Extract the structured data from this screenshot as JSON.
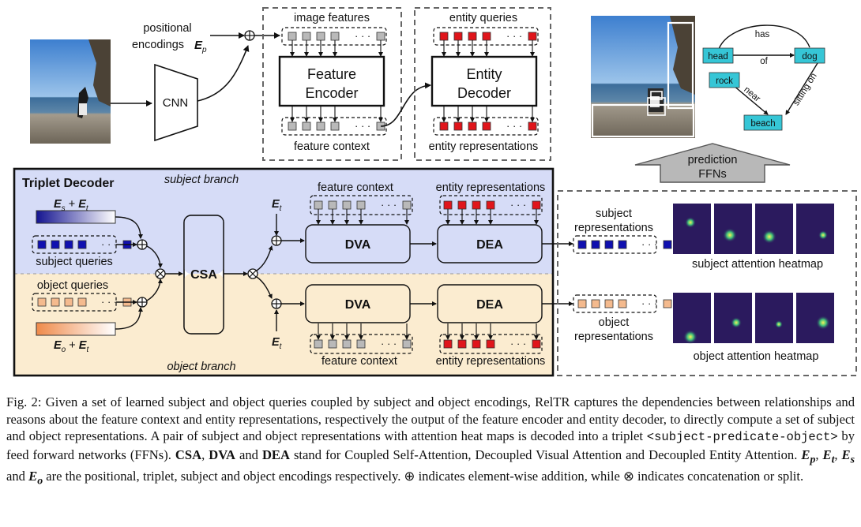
{
  "colors": {
    "gray_token": "#b9b9b9",
    "red_token": "#e0151b",
    "blue_token": "#1010b0",
    "orange_token": "#f4ba8e",
    "subject_panel": "#d6dcf7",
    "object_panel": "#fbecd0",
    "entity_node": "#36c6d6",
    "arrow_gray": "#b8b8b8"
  },
  "labels": {
    "positional": "positional",
    "encodings": "encodings",
    "ep_base": "E",
    "ep_sub": "p",
    "cnn": "CNN",
    "image_features": "image features",
    "feature_encoder_1": "Feature",
    "feature_encoder_2": "Encoder",
    "feature_context": "feature context",
    "entity_queries": "entity queries",
    "entity_decoder_1": "Entity",
    "entity_decoder_2": "Decoder",
    "entity_representations": "entity representations",
    "prediction": "prediction",
    "ffns": "FFNs",
    "triplet_decoder": "Triplet Decoder",
    "subject_branch": "subject branch",
    "object_branch": "object branch",
    "es_et_s": "s",
    "es_et_t": "t",
    "eo_et_o": "o",
    "e_letter": "E",
    "plus": " + ",
    "et_sub": "t",
    "subject_queries": "subject queries",
    "object_queries": "object queries",
    "csa": "CSA",
    "dva": "DVA",
    "dea": "DEA",
    "subject_representations_1": "subject",
    "subject_representations_2": "representations",
    "object_representations_1": "object",
    "object_representations_2": "representations",
    "subject_heatmap": "subject attention heatmap",
    "object_heatmap": "object attention heatmap",
    "dots": "· · ·"
  },
  "scene_graph": {
    "nodes": [
      "head",
      "dog",
      "rock",
      "beach"
    ],
    "edges": [
      "has",
      "of",
      "near",
      "sitting on"
    ]
  },
  "caption": {
    "p1": "Fig. 2: Given a set of learned subject and object queries coupled by subject and object encodings, RelTR captures the dependencies between relationships and reasons about the feature context and entity representations, respectively the output of the feature encoder and entity decoder, to directly compute a set of subject and object representations. A pair of subject and object representations with attention heat maps is decoded into a triplet ",
    "mono": "<subject-predicate-object>",
    "p2": " by feed forward networks (FFNs). ",
    "csa": "CSA",
    "c1": ", ",
    "dva": "DVA",
    "c2": " and ",
    "dea": "DEA",
    "p3": " stand for Coupled Self-Attention, Decoupled Visual Attention and Decoupled Entity Attention. ",
    "ep": "E",
    "ep_s": "p",
    "c3": ", ",
    "et": "E",
    "et_s": "t",
    "c4": ", ",
    "es": "E",
    "es_s": "s",
    "c5": " and ",
    "eo": "E",
    "eo_s": "o",
    "p4": " are the positional, triplet, subject and object encodings respectively. ⊕ indicates element-wise addition, while ⊗ indicates concatenation or split."
  }
}
